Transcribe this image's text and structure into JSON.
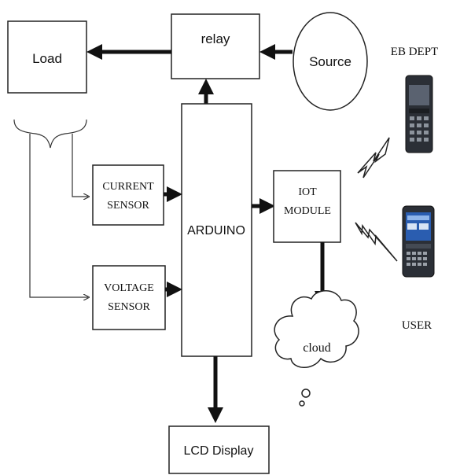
{
  "blocks": {
    "load": "Load",
    "relay": "relay",
    "source": "Source",
    "current_sensor": [
      "CURRENT",
      "SENSOR"
    ],
    "voltage_sensor": [
      "VOLTAGE",
      "SENSOR"
    ],
    "arduino": "ARDUINO",
    "iot_module": [
      "IOT",
      "MODULE"
    ],
    "lcd_display": "LCD Display",
    "cloud": "cloud"
  },
  "endpoints": {
    "eb_dept": "EB DEPT",
    "user": "USER"
  },
  "icons": {
    "eb_phone": "feature-phone-icon",
    "user_phone": "smartphone-icon",
    "signal_1": "lightning-signal-icon",
    "signal_2": "lightning-signal-icon"
  },
  "colors": {
    "line": "#111111",
    "phone_body": "#2b2f36",
    "screen": "#2a5db0"
  }
}
